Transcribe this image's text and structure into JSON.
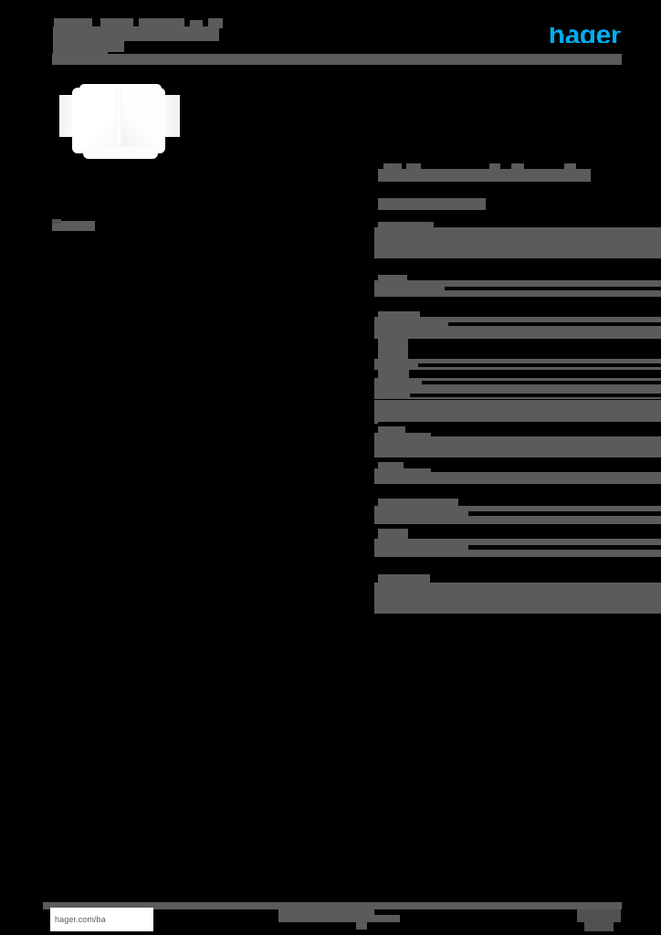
{
  "document": {
    "type": "product-datasheet",
    "brand_logo_text": "hager",
    "brand_color": "#00aeef",
    "page_background": "#000000",
    "redaction_color": "#5a5c5c",
    "content_state": "redacted"
  },
  "header": {
    "title_redacted": true,
    "subtitle_redacted": true,
    "rule": ""
  },
  "product": {
    "image_alt": "product-photo",
    "caption_redacted": true
  },
  "sidebar": {
    "note_redacted": true
  },
  "spec_table": {
    "heading_redacted": true,
    "subheading_redacted": true,
    "rows": [
      {
        "label": "",
        "value": "",
        "type": "paragraph-block"
      },
      {
        "label": "",
        "value": "",
        "type": "label-value"
      },
      {
        "label": "",
        "value": "",
        "type": "label-value"
      },
      {
        "label": "",
        "value": "",
        "type": "label-value-multi"
      },
      {
        "label": "",
        "value": "",
        "type": "label-value-multi"
      },
      {
        "label": "",
        "value": "",
        "type": "paragraph-block"
      },
      {
        "label": "",
        "value": "",
        "type": "label-value"
      },
      {
        "label": "",
        "value": "",
        "type": "label-value"
      },
      {
        "label": "",
        "value": "",
        "type": "paragraph-block"
      }
    ]
  },
  "footer": {
    "url": "hager.com/ba",
    "center_redacted": true,
    "page_number_redacted": true
  }
}
